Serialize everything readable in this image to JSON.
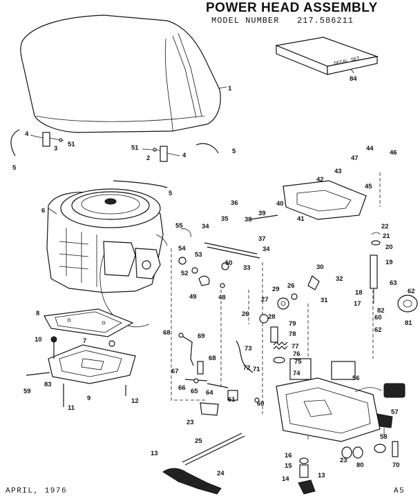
{
  "header": {
    "title": "POWER HEAD ASSEMBLY",
    "model_label": "MODEL NUMBER",
    "model_number": "217.586211"
  },
  "decal_label": "DECAL SET",
  "footer": {
    "date": "APRIL, 1976",
    "page_code": "A5"
  },
  "callouts": {
    "c1": "1",
    "c2": "2",
    "c3": "3",
    "c4a": "4",
    "c4b": "4",
    "c5a": "5",
    "c5b": "5",
    "c5c": "5",
    "c6": "6",
    "c7": "7",
    "c8": "8",
    "c9": "9",
    "c10": "10",
    "c11": "11",
    "c12": "12",
    "c13a": "13",
    "c13b": "13",
    "c14": "14",
    "c15": "15",
    "c16": "16",
    "c17": "17",
    "c18": "18",
    "c19": "19",
    "c20": "20",
    "c21": "21",
    "c22": "22",
    "c23a": "23",
    "c23b": "23",
    "c24": "24",
    "c25": "25",
    "c26a": "26",
    "c26b": "26",
    "c27": "27",
    "c28": "28",
    "c29": "29",
    "c30": "30",
    "c31": "31",
    "c32": "32",
    "c33": "33",
    "c34a": "34",
    "c34b": "34",
    "c35": "35",
    "c36": "36",
    "c37": "37",
    "c38": "38",
    "c39": "39",
    "c40": "40",
    "c41": "41",
    "c42": "42",
    "c43": "43",
    "c44": "44",
    "c45": "45",
    "c46": "46",
    "c47": "47",
    "c48": "48",
    "c49": "49",
    "c50": "50",
    "c51a": "51",
    "c51b": "51",
    "c52": "52",
    "c53": "53",
    "c54": "54",
    "c55": "55",
    "c56": "56",
    "c57": "57",
    "c58": "58",
    "c59": "59",
    "c60a": "60",
    "c60b": "60",
    "c61": "61",
    "c62a": "62",
    "c62b": "62",
    "c63": "63",
    "c64": "64",
    "c65": "65",
    "c66": "66",
    "c67": "67",
    "c68a": "68",
    "c68b": "68",
    "c69": "69",
    "c70": "70",
    "c71": "71",
    "c72": "72",
    "c73": "73",
    "c74": "74",
    "c75": "75",
    "c76": "76",
    "c77": "77",
    "c78": "78",
    "c79": "79",
    "c80": "80",
    "c81": "81",
    "c82": "82",
    "c83": "83",
    "c84": "84"
  }
}
